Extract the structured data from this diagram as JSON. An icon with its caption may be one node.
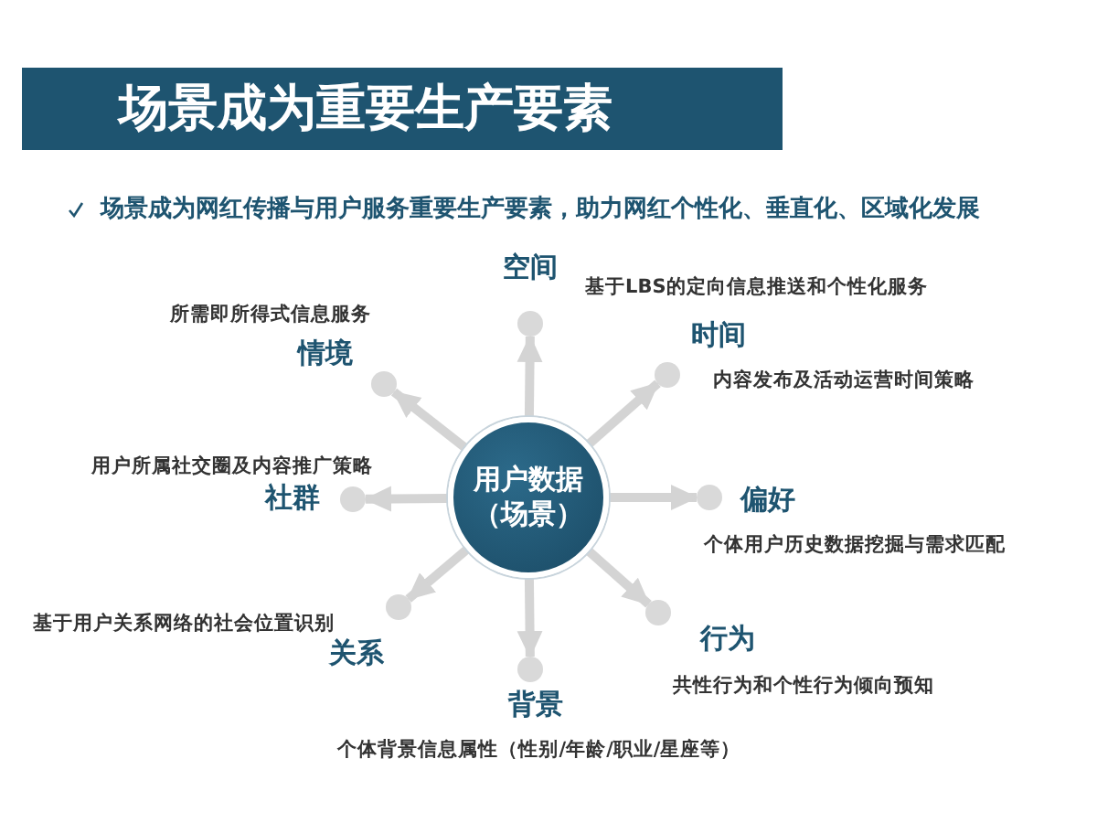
{
  "diagram": {
    "title": "场景成为重要生产要素",
    "nodes": [
      {
        "text": [
          "用户数据（场景）"
        ]
      },
      {
        "text": [],
        "shape": "circle",
        "beside": [
          "空间",
          "基于LBS的定向信息推送和个性化服务"
        ]
      },
      {
        "text": [],
        "shape": "circle",
        "beside": [
          "时间",
          "内容发布及活动运营时间策略"
        ]
      },
      {
        "text": [],
        "shape": "circle",
        "beside": [
          "偏好",
          "个体用户历史数据挖掘与需求匹配"
        ]
      },
      {
        "text": [],
        "shape": "circle",
        "beside": [
          "行为",
          "共性行为和个性行为倾向预知"
        ]
      },
      {
        "text": [],
        "shape": "circle",
        "beside": [
          "背景",
          "个体背景信息属性（性别/年龄/职业/星座等）"
        ]
      },
      {
        "text": [],
        "shape": "circle",
        "beside": [
          "关系",
          "基于用户关系网络的社会位置识别"
        ]
      },
      {
        "text": [],
        "shape": "circle",
        "beside": [
          "社群",
          "用户所属社交圈及内容推广策略"
        ]
      },
      {
        "text": [],
        "shape": "circle",
        "beside": [
          "情境",
          "所需即所得式信息服务"
        ]
      }
    ],
    "edges": [
      {
        "from": 0,
        "to": 1,
        "arrow": "to"
      },
      {
        "from": 0,
        "to": 2,
        "arrow": "to"
      },
      {
        "from": 0,
        "to": 3,
        "arrow": "to"
      },
      {
        "from": 0,
        "to": 4,
        "arrow": "to"
      },
      {
        "from": 0,
        "to": 5,
        "arrow": "to"
      },
      {
        "from": 0,
        "to": 6,
        "arrow": "to"
      },
      {
        "from": 0,
        "to": 7,
        "arrow": "to"
      },
      {
        "from": 0,
        "to": 8,
        "arrow": "to"
      }
    ],
    "labels": [
      "场景成为网红传播与用户服务重要生产要素，助力网红个性化、垂直化、区域化发展"
    ]
  }
}
